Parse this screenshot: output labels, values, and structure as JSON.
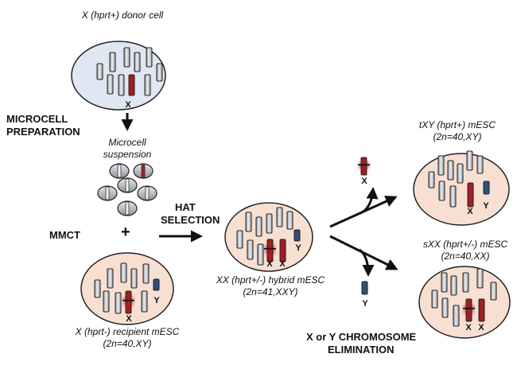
{
  "colors": {
    "donor_fill": "#dfe7f2",
    "recipient_fill": "#f7dfd2",
    "microcell_fill": "#c4c8ce",
    "autosome_fill": "#c9ccd1",
    "x_chromosome": "#a31d24",
    "y_chromosome": "#2f4f7a",
    "outline": "#222222"
  },
  "donor": {
    "title": "X (hprt+) donor cell",
    "x_label": "X"
  },
  "step_microcell": {
    "label_line1": "MICROCELL",
    "label_line2": "PREPARATION",
    "suspension_line1": "Microcell",
    "suspension_line2": "suspension"
  },
  "step_mmct": {
    "label": "MMCT",
    "plus": "+"
  },
  "recipient": {
    "caption_line1": "X (hprt-) recipient  mESC",
    "caption_line2": "(2n=40,XY)",
    "x_label": "X",
    "y_label": "Y"
  },
  "step_hat": {
    "label_line1": "HAT",
    "label_line2": "SELECTION"
  },
  "hybrid": {
    "caption_line1": "XX (hprt+/-) hybrid mESC",
    "caption_line2": "(2n=41,XXY)",
    "x1_label": "X",
    "x2_label": "X",
    "y_label": "Y"
  },
  "eliminated": {
    "x_label": "X",
    "y_label": "Y"
  },
  "txy": {
    "caption_line1": "tXY  (hprt+) mESC",
    "caption_line2": "(2n=40,XY)",
    "x_label": "X",
    "y_label": "Y"
  },
  "sxx": {
    "caption_line1": "sXX  (hprt+/-) mESC",
    "caption_line2": "(2n=40,XX)",
    "x1_label": "X",
    "x2_label": "X"
  },
  "step_elimination": {
    "label_line1": "X or Y CHROMOSOME",
    "label_line2": "ELIMINATION"
  }
}
